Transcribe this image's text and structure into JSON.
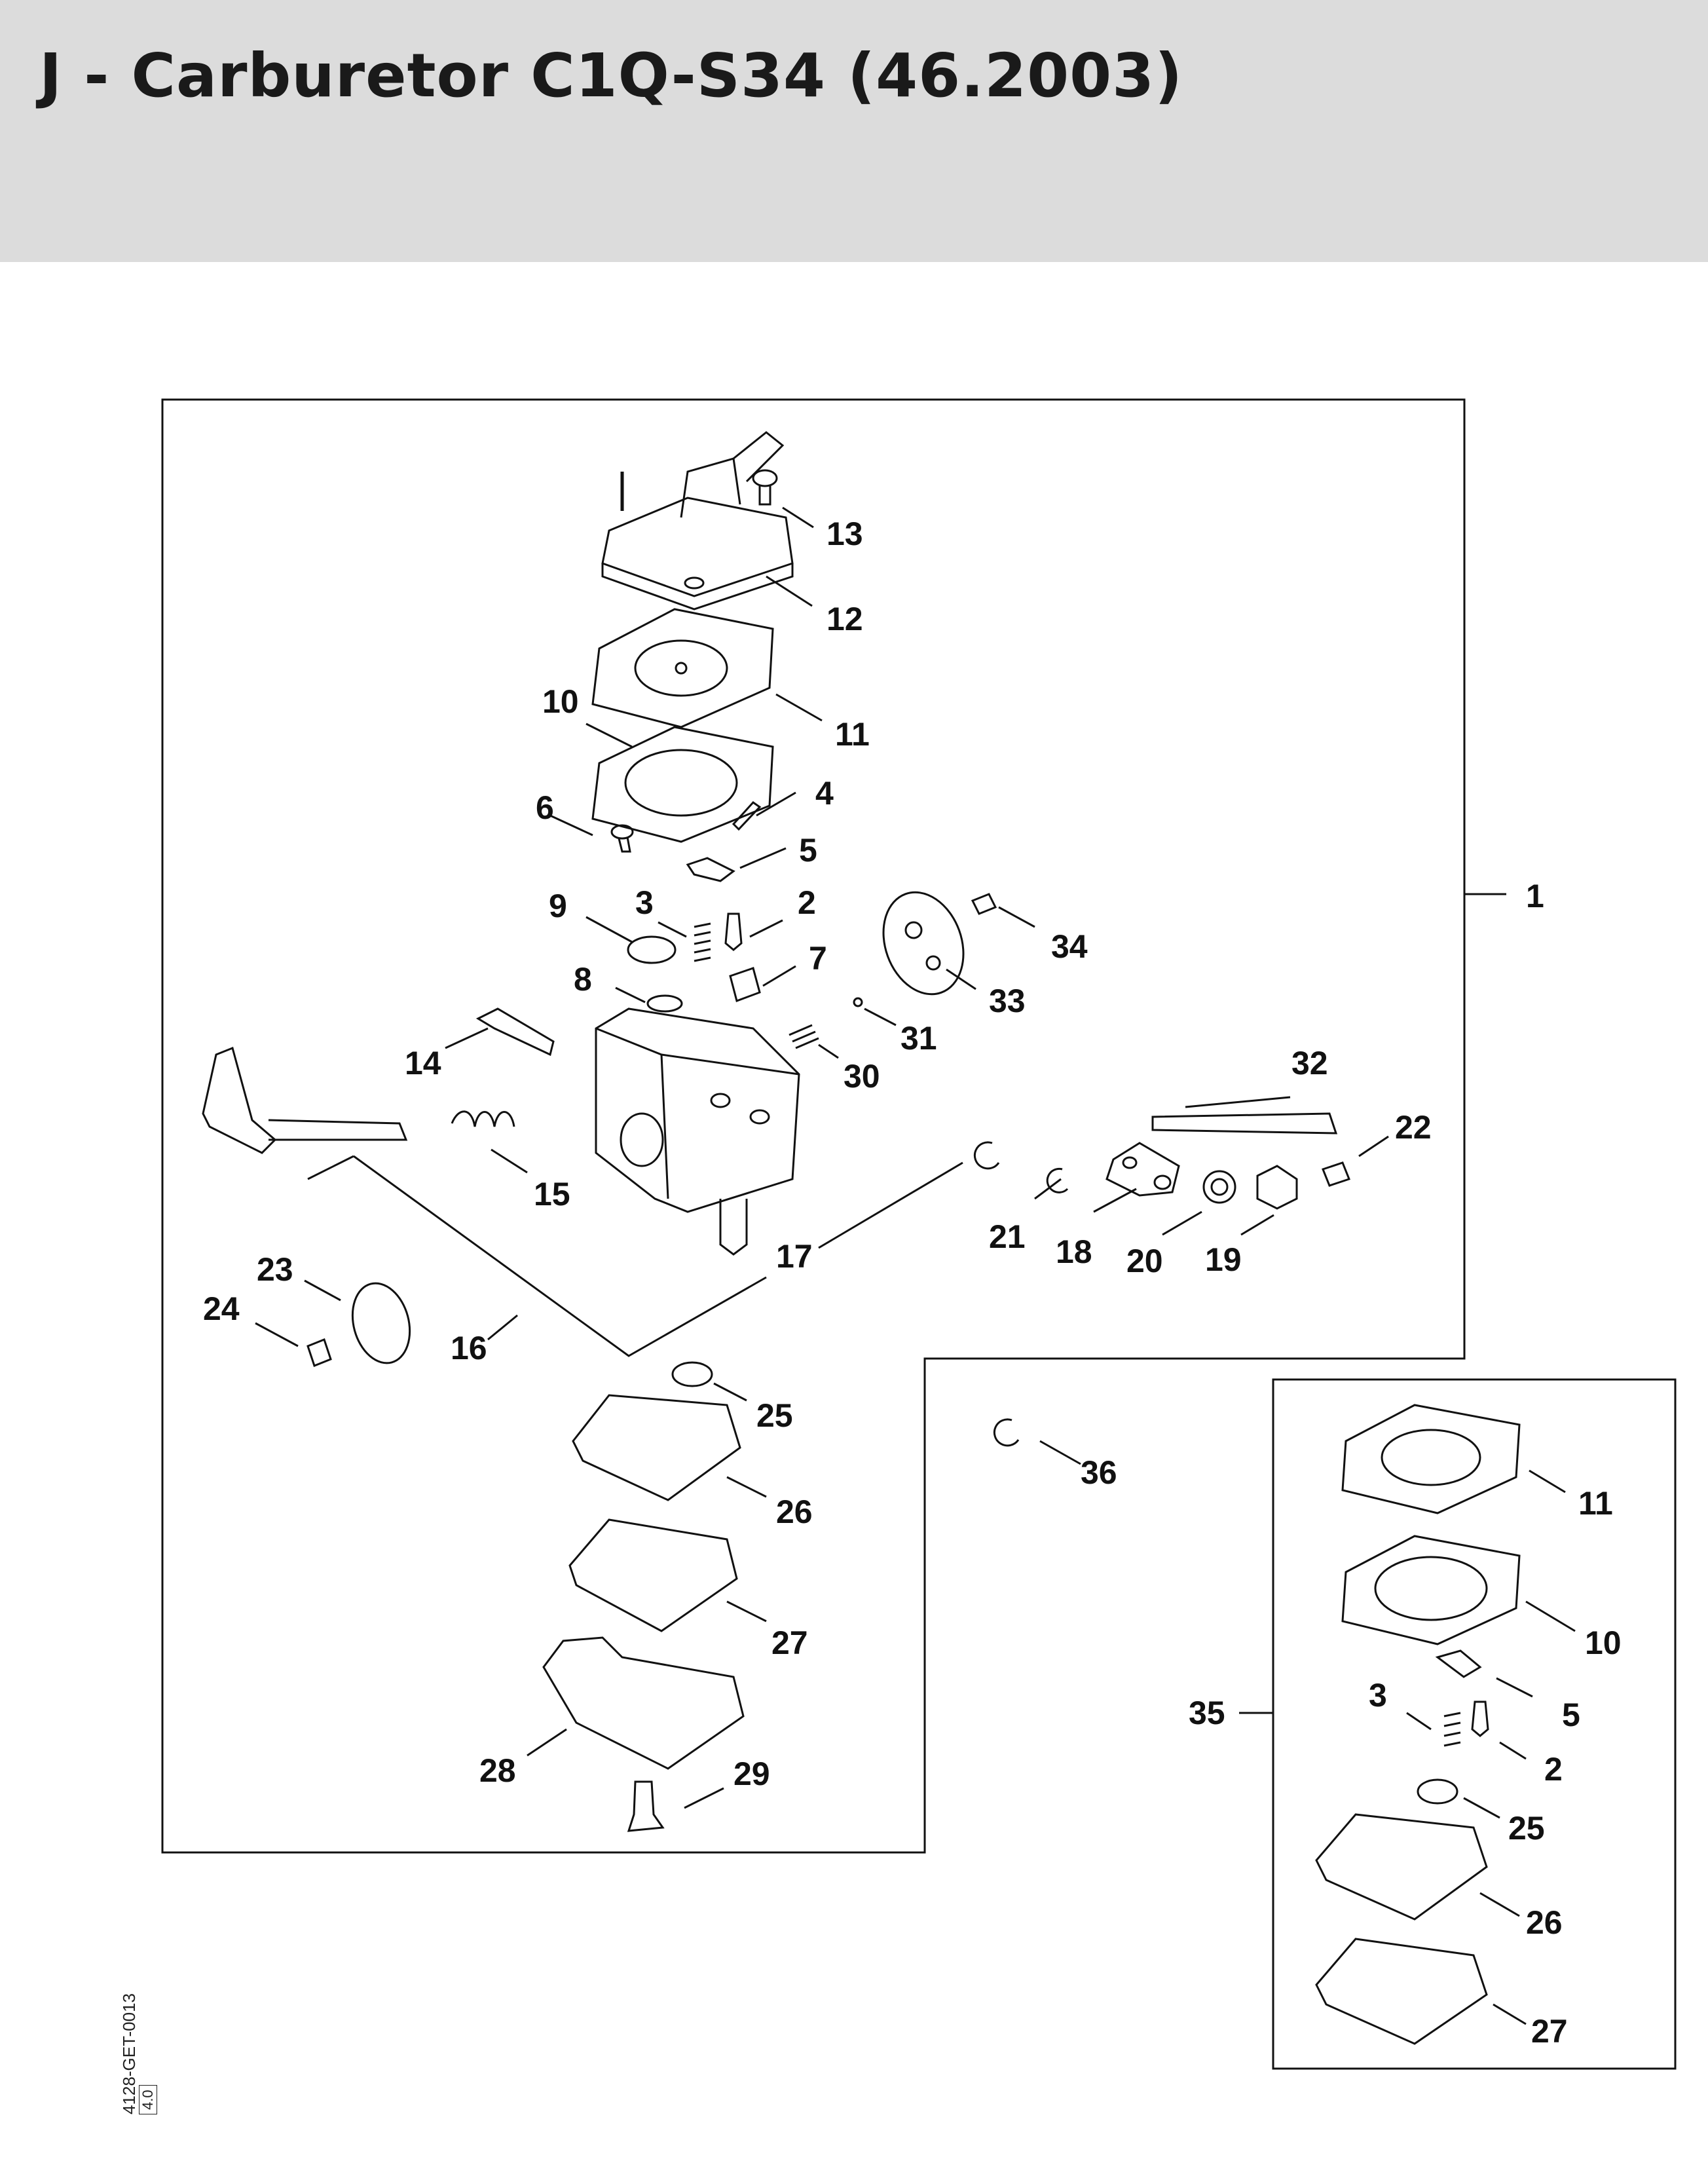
{
  "title": "J - Carburetor C1Q-S34 (46.2003)",
  "drawing_ref": "4128-GET-0013",
  "drawing_rev": "4.0",
  "callouts": [
    "1",
    "2",
    "3",
    "4",
    "5",
    "6",
    "7",
    "8",
    "9",
    "10",
    "11",
    "12",
    "13",
    "14",
    "15",
    "16",
    "17",
    "18",
    "19",
    "20",
    "21",
    "22",
    "23",
    "24",
    "25",
    "26",
    "27",
    "28",
    "29",
    "30",
    "31",
    "32",
    "33",
    "34",
    "35",
    "36"
  ],
  "kit_callouts": [
    "11",
    "10",
    "5",
    "3",
    "2",
    "25",
    "26",
    "27"
  ]
}
